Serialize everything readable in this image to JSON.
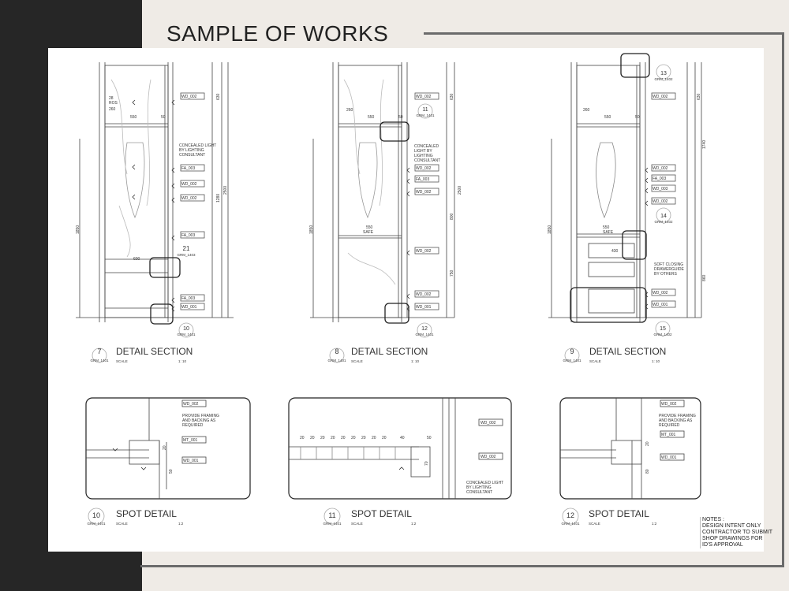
{
  "page": {
    "title": "SAMPLE OF WORKS",
    "accent_dark": "#262626",
    "frame_color": "#6b6b6b",
    "background": "#efebe6"
  },
  "sections": [
    {
      "number": "7",
      "title": "DETAIL SECTION",
      "ref": "GRM_1401",
      "scale_label": "SCALE",
      "scale": "1: 10",
      "tags": [
        "WD_002",
        "FA_003",
        "WD_002",
        "WD_002",
        "FA_003",
        "FA_003",
        "WD_001"
      ],
      "note": [
        "CONCEALED LIGHT",
        "BY LIGHTING",
        "CONSULTANT"
      ],
      "callouts": [
        {
          "num": "21",
          "ref": "GRM_1403"
        },
        {
          "num": "10",
          "ref": "GRM_1401"
        }
      ],
      "dims": [
        "28",
        "ROS",
        "260",
        "550",
        "50",
        "600",
        "1850",
        "2500",
        "1280",
        "630"
      ]
    },
    {
      "number": "8",
      "title": "DETAIL SECTION",
      "ref": "GRM_1401",
      "scale_label": "SCALE",
      "scale": "1: 10",
      "tags": [
        "WD_002",
        "WD_002",
        "FA_003",
        "WD_002",
        "WD_002",
        "WD_002",
        "WD_001"
      ],
      "note": [
        "CONCEALED",
        "LIGHT BY",
        "LIGHTING",
        "CONSULTANT"
      ],
      "callouts": [
        {
          "num": "11",
          "ref": "GRM_1401"
        },
        {
          "num": "12",
          "ref": "GRM_1401"
        }
      ],
      "dims": [
        "260",
        "550",
        "50",
        "550",
        "SAFE",
        "1850",
        "2500",
        "630",
        "800",
        "750"
      ]
    },
    {
      "number": "9",
      "title": "DETAIL SECTION",
      "ref": "GRM_1401",
      "scale_label": "SCALE",
      "scale": "1: 10",
      "tags": [
        "WD_002",
        "WD_002",
        "FA_003",
        "WD_003",
        "WD_002",
        "WD_002",
        "WD_001"
      ],
      "note": [
        "SOFT CLOSING",
        "DRAWERGUIDE",
        "BY OTHERS"
      ],
      "callouts": [
        {
          "num": "13",
          "ref": "GRM_1402"
        },
        {
          "num": "14",
          "ref": "GRM_1402"
        },
        {
          "num": "15",
          "ref": "GRM_1402"
        }
      ],
      "dims": [
        "260",
        "550",
        "50",
        "550",
        "SAFE",
        "430",
        "1850",
        "630",
        "1740",
        "860"
      ]
    }
  ],
  "spots": [
    {
      "number": "10",
      "title": "SPOT DETAIL",
      "ref": "GRM_1401",
      "scale_label": "SCALE",
      "scale": "1:2",
      "tags": [
        "WD_002",
        "MT_001",
        "WD_001"
      ],
      "note": [
        "PROVIDE FRAMING",
        "AND BACKING AS",
        "REQUIRED"
      ],
      "dims": [
        "20",
        "50"
      ]
    },
    {
      "number": "11",
      "title": "SPOT DETAIL",
      "ref": "GRM_1401",
      "scale_label": "SCALE",
      "scale": "1:2",
      "tags": [
        "WD_002",
        "WD_002"
      ],
      "note": [
        "CONCEALED LIGHT",
        "BY LIGHTING",
        "CONSULTANT"
      ],
      "dims": [
        "20",
        "20",
        "20",
        "20",
        "20",
        "20",
        "20",
        "20",
        "20",
        "40",
        "50",
        "70"
      ]
    },
    {
      "number": "12",
      "title": "SPOT DETAIL",
      "ref": "GRM_1401",
      "scale_label": "SCALE",
      "scale": "1:2",
      "tags": [
        "WD_002",
        "MT_001",
        "WD_001"
      ],
      "note": [
        "PROVIDE FRAMING",
        "AND BACKING AS",
        "REQUIRED"
      ],
      "dims": [
        "20",
        "80"
      ]
    }
  ],
  "notes": {
    "lines": [
      "NOTES :",
      "DESIGN INTENT ONLY",
      "CONTRACTOR TO SUBMIT",
      "SHOP DRAWINGS FOR",
      "ID'S APPROVAL"
    ]
  }
}
